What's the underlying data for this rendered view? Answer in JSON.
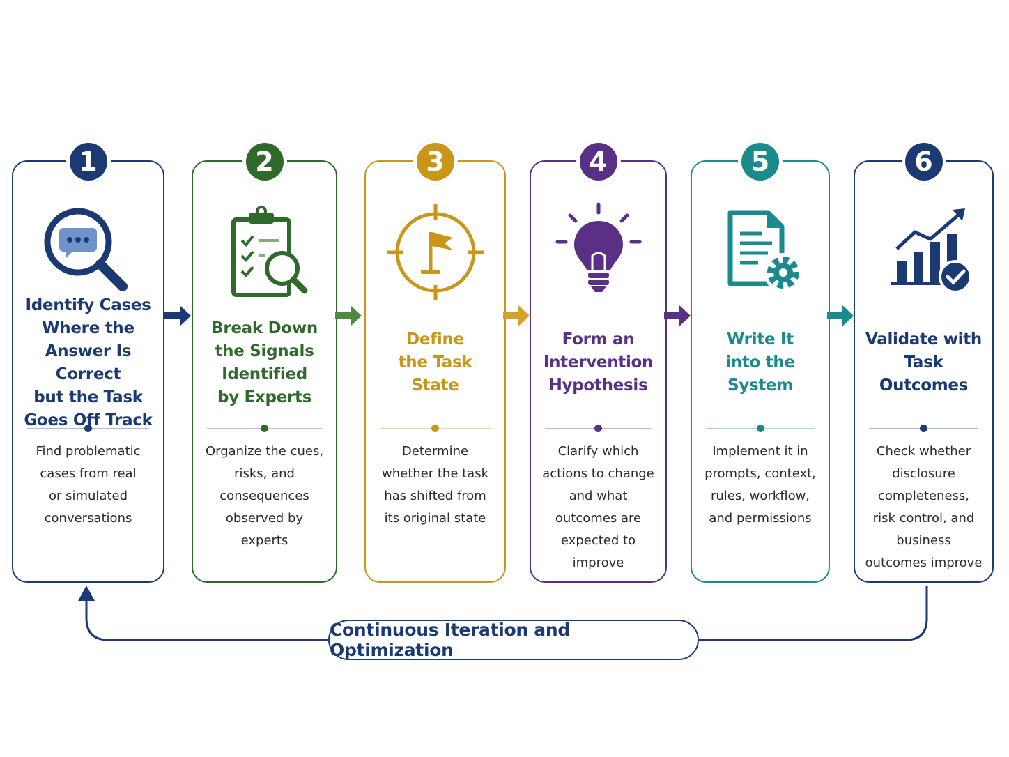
{
  "steps": [
    {
      "number": "1",
      "title_lines": [
        "Identify Cases",
        "Where the",
        "Answer Is Correct",
        "but the Task",
        "Goes Off Track"
      ],
      "desc_lines": [
        "Find problematic",
        "cases from real",
        "or simulated",
        "conversations"
      ],
      "icon": "magnifier-chat-icon",
      "color": "#1b3a73"
    },
    {
      "number": "2",
      "title_lines": [
        "Break Down",
        "the Signals",
        "Identified",
        "by Experts"
      ],
      "desc_lines": [
        "Organize the cues,",
        "risks, and",
        "consequences",
        "observed by",
        "experts"
      ],
      "icon": "clipboard-magnifier-icon",
      "color": "#2f6a2c"
    },
    {
      "number": "3",
      "title_lines": [
        "Define",
        "the Task",
        "State"
      ],
      "desc_lines": [
        "Determine",
        "whether the task",
        "has shifted from",
        "its original state"
      ],
      "icon": "flag-target-icon",
      "color": "#c9961a"
    },
    {
      "number": "4",
      "title_lines": [
        "Form an",
        "Intervention",
        "Hypothesis"
      ],
      "desc_lines": [
        "Clarify which",
        "actions to change",
        "and what",
        "outcomes are",
        "expected to",
        "improve"
      ],
      "icon": "lightbulb-icon",
      "color": "#5a2f86"
    },
    {
      "number": "5",
      "title_lines": [
        "Write It",
        "into the",
        "System"
      ],
      "desc_lines": [
        "Implement it in",
        "prompts, context,",
        "rules, workflow,",
        "and permissions"
      ],
      "icon": "document-gear-icon",
      "color": "#1b8a8c"
    },
    {
      "number": "6",
      "title_lines": [
        "Validate with",
        "Task",
        "Outcomes"
      ],
      "desc_lines": [
        "Check whether",
        "disclosure",
        "completeness,",
        "risk control, and",
        "business",
        "outcomes improve"
      ],
      "icon": "chart-check-icon",
      "color": "#1b3a73"
    }
  ],
  "loop_label": "Continuous Iteration and Optimization"
}
